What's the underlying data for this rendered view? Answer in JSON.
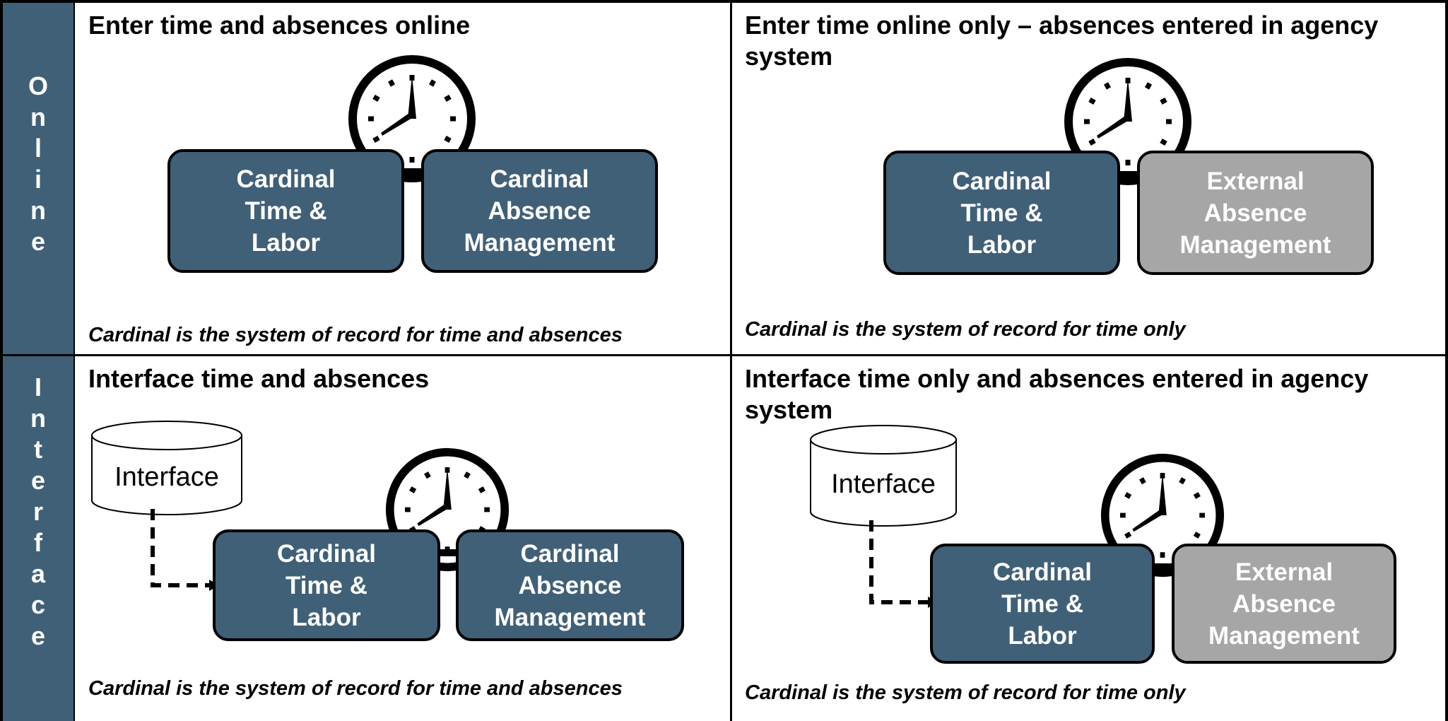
{
  "rows": [
    {
      "label": "Online",
      "letters": [
        "O",
        "n",
        "l",
        "i",
        "n",
        "e"
      ]
    },
    {
      "label": "Interface",
      "letters": [
        "I",
        "n",
        "t",
        "e",
        "r",
        "f",
        "a",
        "c",
        "e"
      ]
    }
  ],
  "panels": {
    "top_left": {
      "title": "Enter time and absences online",
      "box_left": [
        "Cardinal",
        "Time &",
        "Labor"
      ],
      "box_right": [
        "Cardinal",
        "Absence",
        "Management"
      ],
      "caption": "Cardinal is the system of record for time and absences"
    },
    "top_right": {
      "title_line1": "Enter time online only – absences entered in agency",
      "title_line2": "system",
      "box_left": [
        "Cardinal",
        "Time &",
        "Labor"
      ],
      "box_right": [
        "External",
        "Absence",
        "Management"
      ],
      "caption": "Cardinal is the system of record for time only"
    },
    "bottom_left": {
      "title": "Interface time and absences",
      "interface_label": "Interface",
      "box_left": [
        "Cardinal",
        "Time &",
        "Labor"
      ],
      "box_right": [
        "Cardinal",
        "Absence",
        "Management"
      ],
      "caption": "Cardinal is the system of record for time and absences"
    },
    "bottom_right": {
      "title_line1": "Interface time only and absences entered in agency",
      "title_line2": "system",
      "interface_label": "Interface",
      "box_left": [
        "Cardinal",
        "Time &",
        "Labor"
      ],
      "box_right": [
        "External",
        "Absence",
        "Management"
      ],
      "caption": "Cardinal is the system of record for time only"
    }
  },
  "colors": {
    "cardinal": "#406078",
    "external": "#a6a6a6",
    "sidebar": "#406078"
  }
}
